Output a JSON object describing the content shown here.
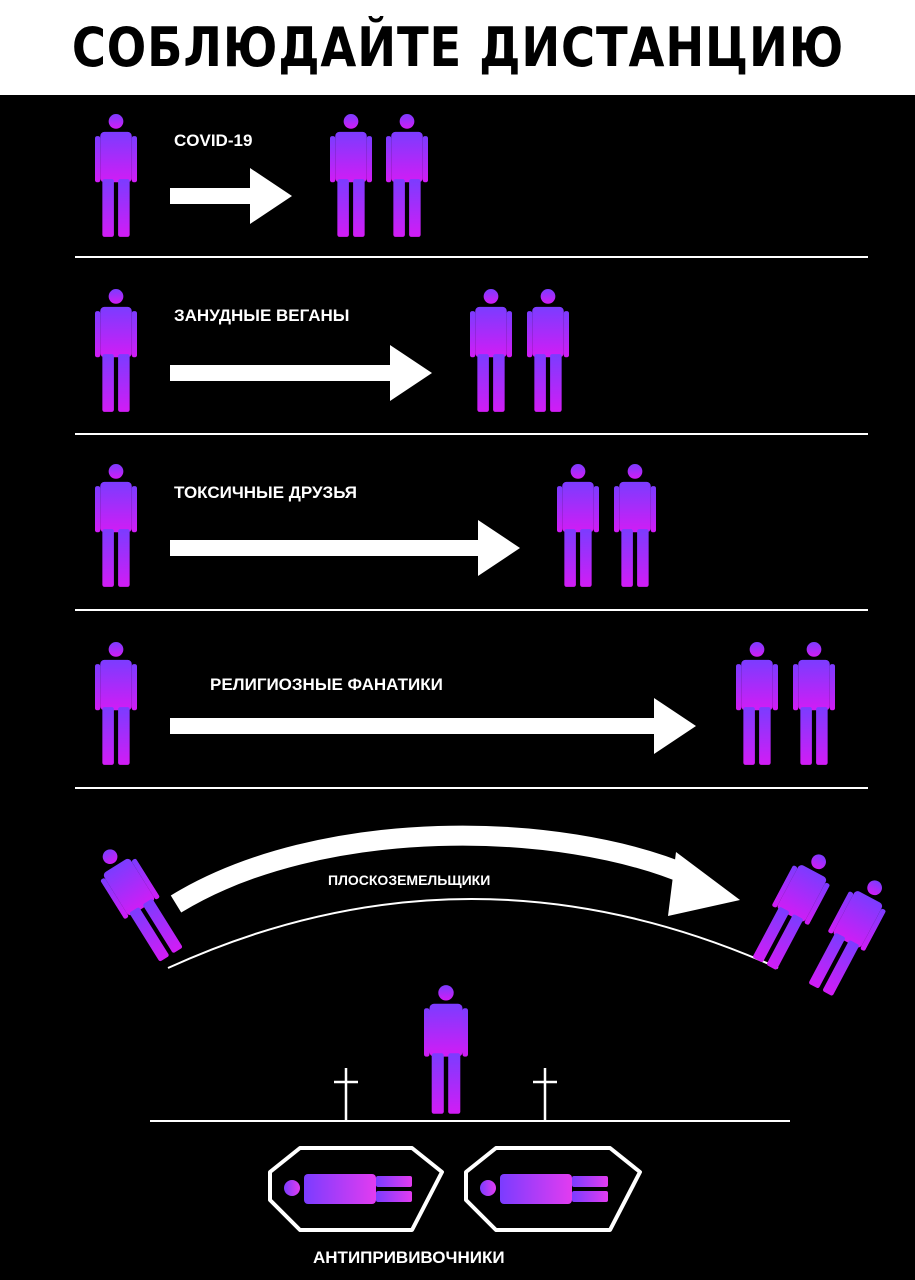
{
  "title": "СОБЛЮДАЙТЕ ДИСТАНЦИЮ",
  "colors": {
    "background": "#000000",
    "header_background": "#ffffff",
    "figure_top": "#7b3cff",
    "figure_bottom": "#d21cf5",
    "arrow": "#ffffff",
    "divider": "#ffffff"
  },
  "rows": [
    {
      "label": "COVID-19"
    },
    {
      "label": "ЗАНУДНЫЕ ВЕГАНЫ"
    },
    {
      "label": "ТОКСИЧНЫЕ ДРУЗЬЯ"
    },
    {
      "label": "РЕЛИГИОЗНЫЕ ФАНАТИКИ"
    }
  ],
  "flat_earth": {
    "label": "ПЛОСКОЗЕМЕЛЬЩИКИ"
  },
  "anti_vax": {
    "label": "АНТИПРИВИВОЧНИКИ"
  },
  "icons": [
    "person-icon",
    "arrow-right-icon",
    "curved-arrow-icon",
    "cross-icon",
    "coffin-icon"
  ]
}
